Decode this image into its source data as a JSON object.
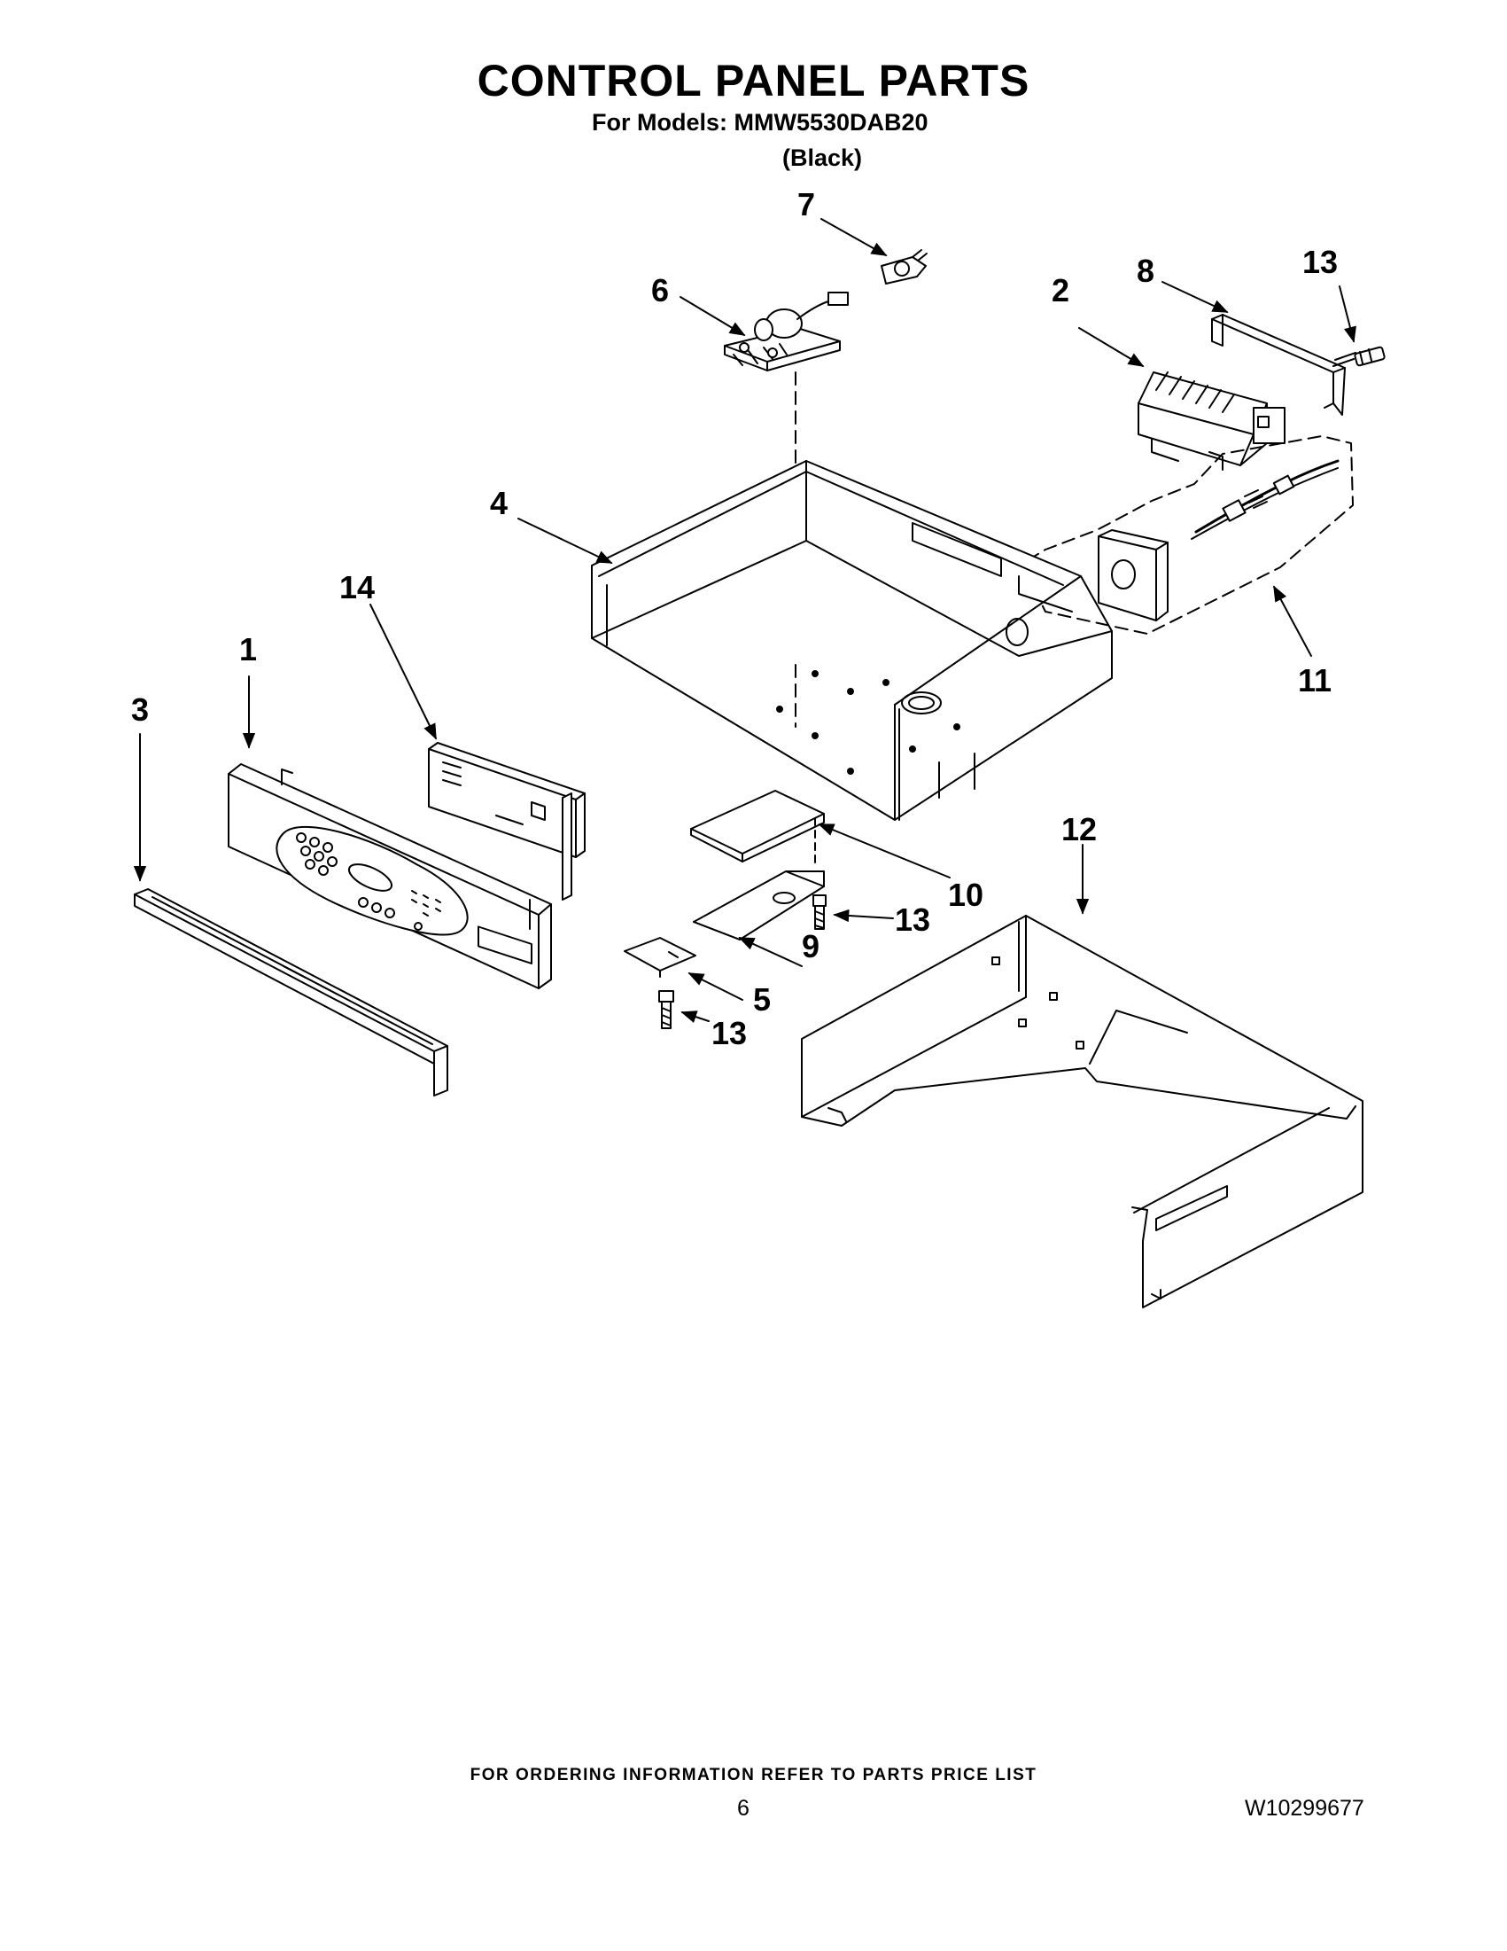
{
  "header": {
    "title": "CONTROL PANEL PARTS",
    "models_line": "For Models: MMW5530DAB20",
    "variant": "(Black)"
  },
  "callouts": {
    "c1": "1",
    "c2": "2",
    "c3": "3",
    "c4": "4",
    "c5": "5",
    "c6": "6",
    "c7": "7",
    "c8": "8",
    "c9": "9",
    "c10": "10",
    "c11": "11",
    "c12": "12",
    "c13a": "13",
    "c13b": "13",
    "c13c": "13",
    "c14": "14"
  },
  "footer": {
    "ordering_note": "FOR ORDERING INFORMATION REFER TO PARTS PRICE LIST",
    "page_number": "6",
    "document_number": "W10299677"
  }
}
